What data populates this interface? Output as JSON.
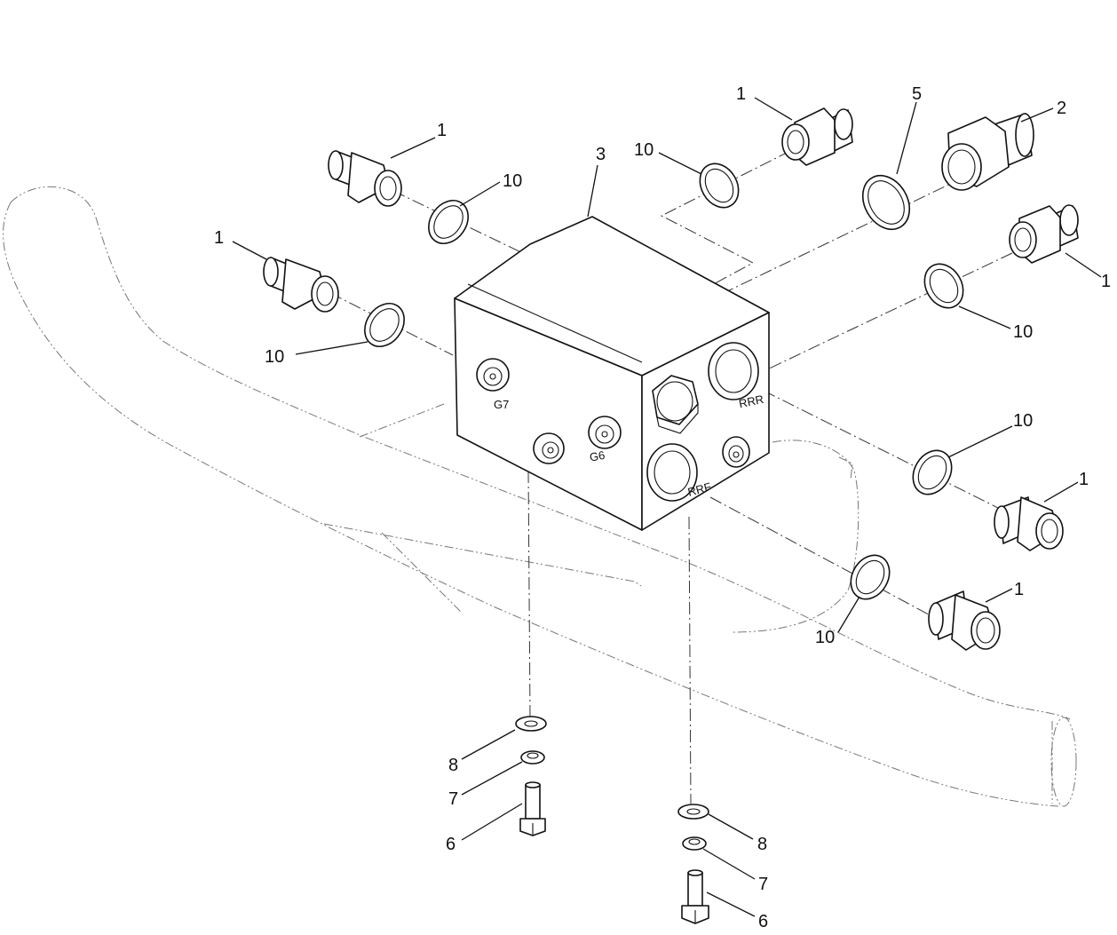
{
  "port_labels": {
    "g7": "G7",
    "g6": "G6",
    "rrr": "RRR",
    "rrf": "RRF"
  },
  "callouts": {
    "fitting_upper_left": "1",
    "fitting_top_center": "1",
    "fitting_left": "1",
    "fitting_right_upper": "1",
    "fitting_right_middle": "1",
    "fitting_right_lower": "1",
    "fitting_large": "2",
    "manifold_block": "3",
    "oring_large": "5",
    "oring_upper_left": "10",
    "oring_top_center": "10",
    "oring_left": "10",
    "oring_right_upper": "10",
    "oring_right_middle": "10",
    "oring_right_lower": "10",
    "bolt_left": "6",
    "bolt_right": "6",
    "lockwasher_left": "7",
    "lockwasher_right": "7",
    "washer_left": "8",
    "washer_right": "8"
  }
}
